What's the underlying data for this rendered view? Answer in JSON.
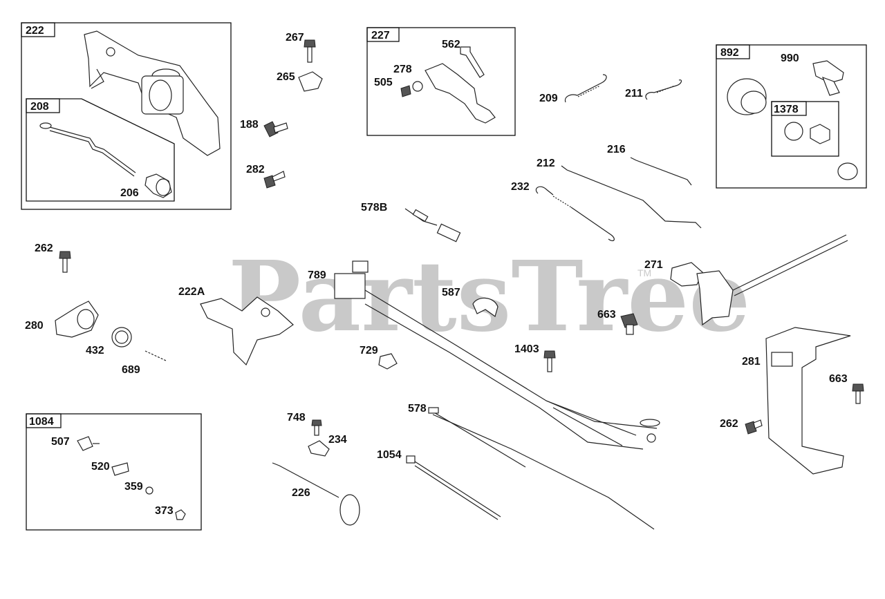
{
  "watermark": {
    "text": "PartsTree",
    "trademark": "TM"
  },
  "boxes": [
    {
      "id": "222",
      "label": "222"
    },
    {
      "id": "208",
      "label": "208"
    },
    {
      "id": "227",
      "label": "227"
    },
    {
      "id": "892",
      "label": "892"
    },
    {
      "id": "1378",
      "label": "1378"
    },
    {
      "id": "1084",
      "label": "1084"
    }
  ],
  "parts": [
    {
      "label": "206"
    },
    {
      "label": "267"
    },
    {
      "label": "265"
    },
    {
      "label": "188"
    },
    {
      "label": "282"
    },
    {
      "label": "562"
    },
    {
      "label": "278"
    },
    {
      "label": "505"
    },
    {
      "label": "209"
    },
    {
      "label": "211"
    },
    {
      "label": "990"
    },
    {
      "label": "216"
    },
    {
      "label": "212"
    },
    {
      "label": "232"
    },
    {
      "label": "578B"
    },
    {
      "label": "262"
    },
    {
      "label": "271"
    },
    {
      "label": "789"
    },
    {
      "label": "222A"
    },
    {
      "label": "587"
    },
    {
      "label": "663"
    },
    {
      "label": "280"
    },
    {
      "label": "432"
    },
    {
      "label": "689"
    },
    {
      "label": "729"
    },
    {
      "label": "1403"
    },
    {
      "label": "281"
    },
    {
      "label": "663"
    },
    {
      "label": "578"
    },
    {
      "label": "748"
    },
    {
      "label": "234"
    },
    {
      "label": "262"
    },
    {
      "label": "507"
    },
    {
      "label": "1054"
    },
    {
      "label": "520"
    },
    {
      "label": "226"
    },
    {
      "label": "359"
    },
    {
      "label": "373"
    }
  ]
}
